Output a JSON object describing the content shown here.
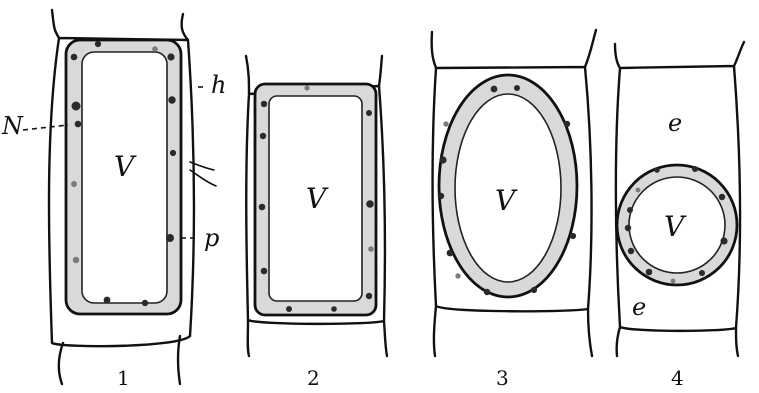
{
  "figure": {
    "panels": [
      {
        "number": "1",
        "vacuole_label": "V"
      },
      {
        "number": "2",
        "vacuole_label": "V"
      },
      {
        "number": "3",
        "vacuole_label": "V"
      },
      {
        "number": "4",
        "vacuole_label": "V"
      }
    ],
    "annotations": {
      "nucleus": "N",
      "cell_wall": "h",
      "protoplasm": "p",
      "space_top": "e",
      "space_bottom": "e"
    }
  }
}
